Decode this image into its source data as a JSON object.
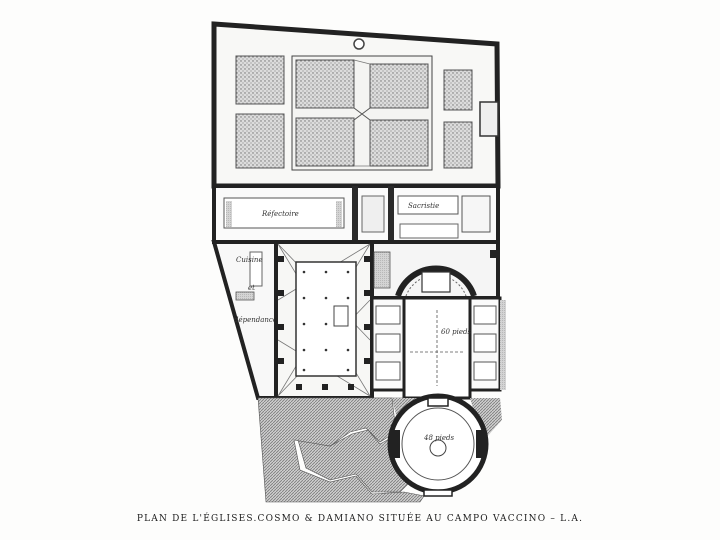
{
  "plan": {
    "labels": {
      "refectoire": "Réfectoire",
      "sacristie": "Sacristie",
      "cuisine": "Cuisine",
      "et": "et",
      "dependances": "dépendances",
      "nef_dim": "60 pieds",
      "rotonde_dim": "48 pieds"
    }
  },
  "caption": "PLAN DE L'ÉGLISES.COSMO & DAMIANO SITUÉE AU CAMPO VACCINO – L.A."
}
